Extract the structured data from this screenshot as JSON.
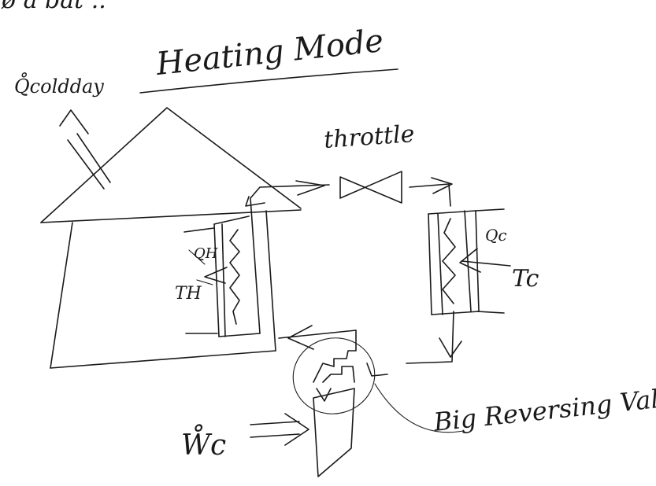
{
  "title": "Heating Mode",
  "top_fragment": "ø a bat ..",
  "labels": {
    "q_cold_day": "Q̊coldday",
    "throttle": "throttle",
    "q_h": "QH",
    "t_h": "TH",
    "q_c": "Qc",
    "t_c": "Tc",
    "w_c": "W̊c",
    "big_reversing_valve": "Big Reversing Valve"
  },
  "colors": {
    "ink": "#1a1a1a",
    "paper": "#ffffff"
  }
}
